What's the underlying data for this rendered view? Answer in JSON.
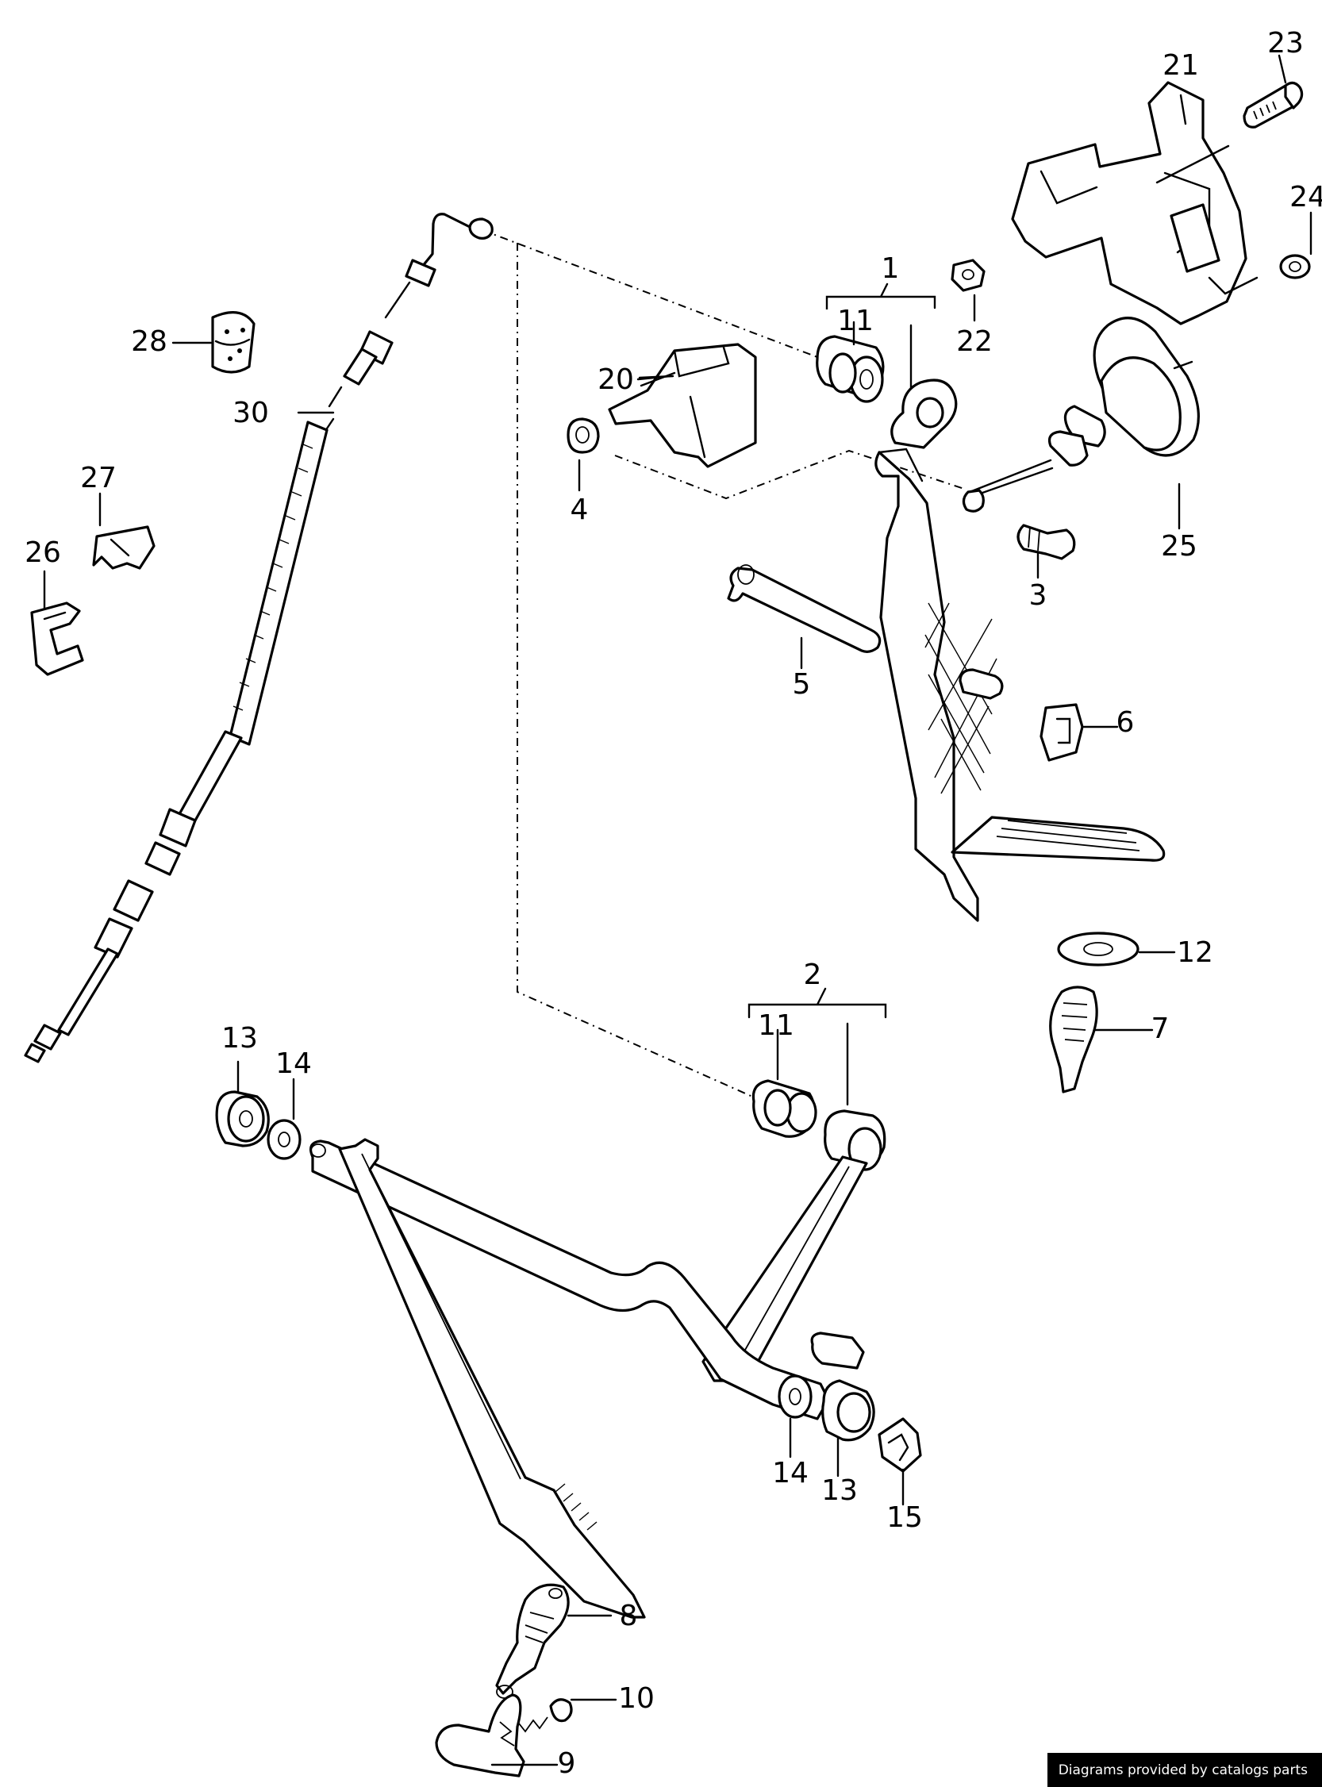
{
  "credit": "Diagrams provided by catalogs parts",
  "callouts": {
    "c1": "1",
    "c2": "2",
    "c3": "3",
    "c4": "4",
    "c5": "5",
    "c6": "6",
    "c7": "7",
    "c8": "8",
    "c9": "9",
    "c10": "10",
    "c11a": "11",
    "c11b": "11",
    "c12": "12",
    "c13a": "13",
    "c13b": "13",
    "c14a": "14",
    "c14b": "14",
    "c15": "15",
    "c20": "20",
    "c21": "21",
    "c22": "22",
    "c23": "23",
    "c24": "24",
    "c25": "25",
    "c26": "26",
    "c27": "27",
    "c28": "28",
    "c30": "30"
  }
}
